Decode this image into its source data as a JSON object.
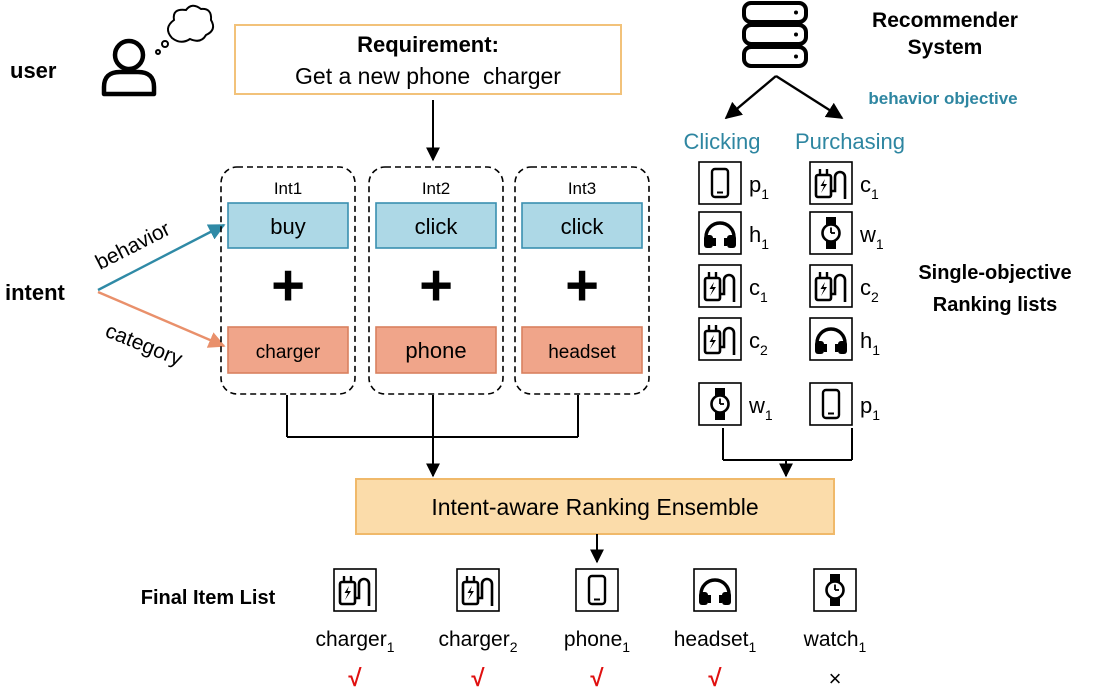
{
  "labels": {
    "user": "user",
    "intent": "intent",
    "behavior_edge": "behavior",
    "category_edge": "category",
    "requirement_title": "Requirement:",
    "requirement_text": "Get a new phone  charger",
    "recommender_line1": "Recommender",
    "recommender_line2": "System",
    "behavior_objective": "behavior objective",
    "col_clicking": "Clicking",
    "col_purchasing": "Purchasing",
    "single_obj_line1": "Single-objective",
    "single_obj_line2": "Ranking lists",
    "ensemble": "Intent-aware Ranking Ensemble",
    "final_list": "Final Item List",
    "plus": "+"
  },
  "intents": [
    {
      "id": "Int1",
      "behavior": "buy",
      "category": "charger"
    },
    {
      "id": "Int2",
      "behavior": "click",
      "category": "phone"
    },
    {
      "id": "Int3",
      "behavior": "click",
      "category": "headset"
    }
  ],
  "ranking_lists": {
    "clicking": [
      {
        "icon": "phone-icon",
        "letter": "p",
        "sub": "1"
      },
      {
        "icon": "headset-icon",
        "letter": "h",
        "sub": "1"
      },
      {
        "icon": "charger-icon",
        "letter": "c",
        "sub": "1"
      },
      {
        "icon": "charger-icon",
        "letter": "c",
        "sub": "2"
      },
      {
        "icon": "watch-icon",
        "letter": "w",
        "sub": "1"
      }
    ],
    "purchasing": [
      {
        "icon": "charger-icon",
        "letter": "c",
        "sub": "1"
      },
      {
        "icon": "watch-icon",
        "letter": "w",
        "sub": "1"
      },
      {
        "icon": "charger-icon",
        "letter": "c",
        "sub": "2"
      },
      {
        "icon": "headset-icon",
        "letter": "h",
        "sub": "1"
      },
      {
        "icon": "phone-icon",
        "letter": "p",
        "sub": "1"
      }
    ]
  },
  "final_items": [
    {
      "icon": "charger-icon",
      "name": "charger",
      "sub": "1",
      "mark": "√"
    },
    {
      "icon": "charger-icon",
      "name": "charger",
      "sub": "2",
      "mark": "√"
    },
    {
      "icon": "phone-icon",
      "name": "phone",
      "sub": "1",
      "mark": "√"
    },
    {
      "icon": "headset-icon",
      "name": "headset",
      "sub": "1",
      "mark": "√"
    },
    {
      "icon": "watch-icon",
      "name": "watch",
      "sub": "1",
      "mark": "×"
    }
  ],
  "colors": {
    "behavior_fill": "#add8e6",
    "behavior_stroke": "#3a8fb0",
    "category_fill": "#f0a58a",
    "category_stroke": "#d9805f",
    "behavior_arrow": "#2f8aa6",
    "category_arrow": "#e9906b",
    "teal_text": "#2e86a1",
    "ensemble_fill": "#fbdcaa",
    "ensemble_stroke": "#f0b96a",
    "requirement_stroke": "#f2c27a",
    "check": "#e01010"
  }
}
